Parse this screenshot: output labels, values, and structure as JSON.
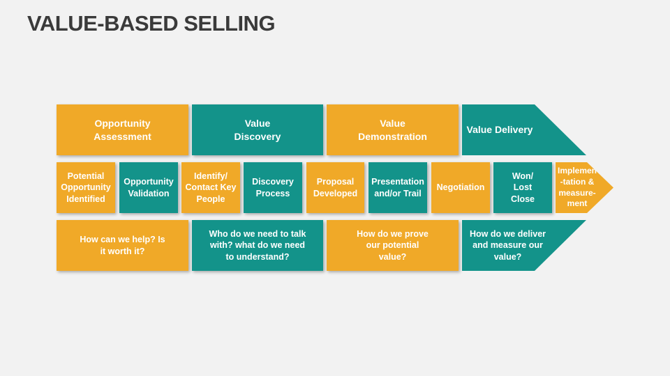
{
  "title": "VALUE-BASED SELLING",
  "colors": {
    "orange": "#f0a928",
    "teal": "#13938a",
    "background": "#f2f2f2"
  },
  "stages": [
    {
      "label": "Opportunity Assessment",
      "question": "How can we help? Is it worth it?"
    },
    {
      "label": "Value Discovery",
      "question": "Who do we need to talk with? what do we need to understand?"
    },
    {
      "label": "Value Demonstration",
      "question": "How do we prove our potential value?"
    },
    {
      "label": "Value Delivery",
      "question": "How do we deliver and measure our value?"
    }
  ],
  "steps": [
    "Potential Opportunity Identified",
    "Opportunity Validation",
    "Identify/ Contact Key People",
    "Discovery Process",
    "Proposal Developed",
    "Presentation and/or Trail",
    "Negotiation",
    "Won/ Lost Close",
    "Implemen -tation & measure- ment"
  ]
}
